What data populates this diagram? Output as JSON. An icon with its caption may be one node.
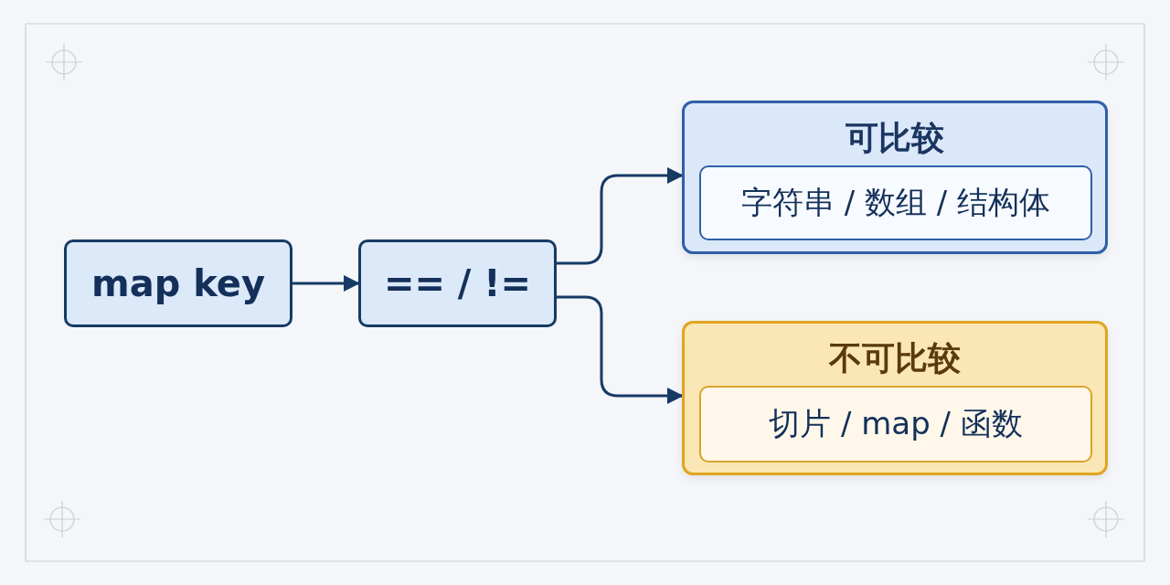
{
  "diagram": {
    "nodes": [
      {
        "text": [
          "map key"
        ]
      },
      {
        "text": [
          "== / !="
        ]
      },
      {
        "text": [
          "可比较"
        ]
      },
      {
        "text": [
          "字符串 / 数组 / 结构体"
        ],
        "in": 2
      },
      {
        "text": [
          "不可比较"
        ]
      },
      {
        "text": [
          "切片 / map / 函数"
        ],
        "in": 4
      }
    ],
    "edges": [
      {
        "from": 0,
        "to": 1,
        "arrow": "to"
      },
      {
        "from": 1,
        "to": 2,
        "arrow": "to"
      },
      {
        "from": 1,
        "to": 4,
        "arrow": "to"
      }
    ]
  }
}
